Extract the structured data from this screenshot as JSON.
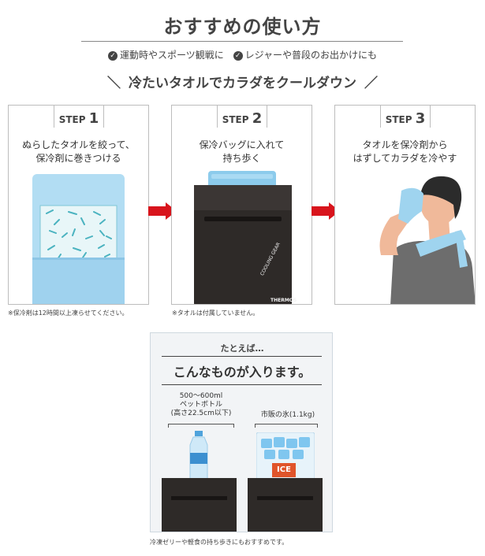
{
  "header": {
    "title": "おすすめの使い方",
    "uses": [
      "運動時やスポーツ観戦に",
      "レジャーや普段のお出かけにも"
    ],
    "subtitle": "冷たいタオルでカラダをクールダウン",
    "slash_left": "＼",
    "slash_right": "／",
    "check_glyph": "✓"
  },
  "steps": [
    {
      "label": "STEP",
      "number": "1",
      "text_line1": "ぬらしたタオルを絞って、",
      "text_line2": "保冷剤に巻きつける",
      "note": "※保冷剤は12時間以上凍らせてください。"
    },
    {
      "label": "STEP",
      "number": "2",
      "text_line1": "保冷バッグに入れて",
      "text_line2": "持ち歩く",
      "bag_brand": "THERMOS",
      "bag_text": "COOLING GEAR",
      "note": "※タオルは付属していません。"
    },
    {
      "label": "STEP",
      "number": "3",
      "text_line1": "タオルを保冷剤から",
      "text_line2": "はずしてカラダを冷やす"
    }
  ],
  "example": {
    "heading_small": "たとえば…",
    "heading_main": "こんなものが入ります。",
    "bottle_line1": "500～600ml",
    "bottle_line2": "ペットボトル",
    "bottle_line3": "(高さ22.5cm以下)",
    "ice_label": "市販の氷(1.1kg)",
    "ice_tag": "ICE",
    "footer_note": "冷凍ゼリーや軽食の持ち歩きにもおすすめです。"
  },
  "colors": {
    "towel_blue": "#a8d8f0",
    "pack_blue": "#93ccec",
    "bag_dark": "#2e2a28",
    "arrow_red": "#d8141c",
    "ice_tag_orange": "#e0542a",
    "text_dark": "#444444"
  },
  "icons": [
    "check-icon",
    "right-arrow-icon",
    "towel-icon",
    "ice-pack-icon",
    "cooler-bag-icon",
    "person-with-towel-icon",
    "bottle-icon",
    "ice-bag-icon"
  ]
}
